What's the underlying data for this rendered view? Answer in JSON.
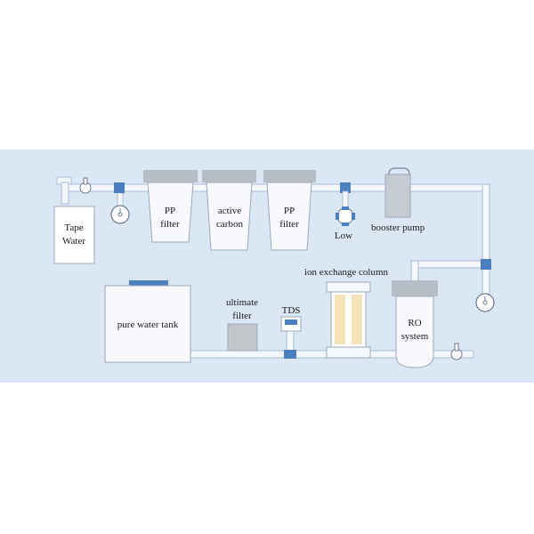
{
  "labels": {
    "tape_water": [
      "Tape",
      "Water"
    ],
    "pp_filter_1": [
      "PP",
      "filter"
    ],
    "active_carbon": [
      "active",
      "carbon"
    ],
    "pp_filter_2": [
      "PP",
      "filter"
    ],
    "low": "Low",
    "booster_pump": "booster pump",
    "ion_exchange": "ion exchange column",
    "ro_system": [
      "RO",
      "system"
    ],
    "pure_water_tank": "pure water tank",
    "ultimate_filter": [
      "ultimate",
      "filter"
    ],
    "tds": "TDS"
  },
  "colors": {
    "panel": "#dbe7f5",
    "pipe_fill": "#f4f8fd",
    "pipe_stroke": "#a9bcd6",
    "connector": "#4a7fc1",
    "tank_fill": "#f7f9fc",
    "filter_cap": "#b8bec7",
    "ultimate_filter": "#c2c6cb",
    "column_inner": "#f7e3b8"
  },
  "icons": [
    "faucet-icon",
    "pressure-gauge-icon",
    "low-pressure-switch-icon",
    "valve-icon"
  ]
}
